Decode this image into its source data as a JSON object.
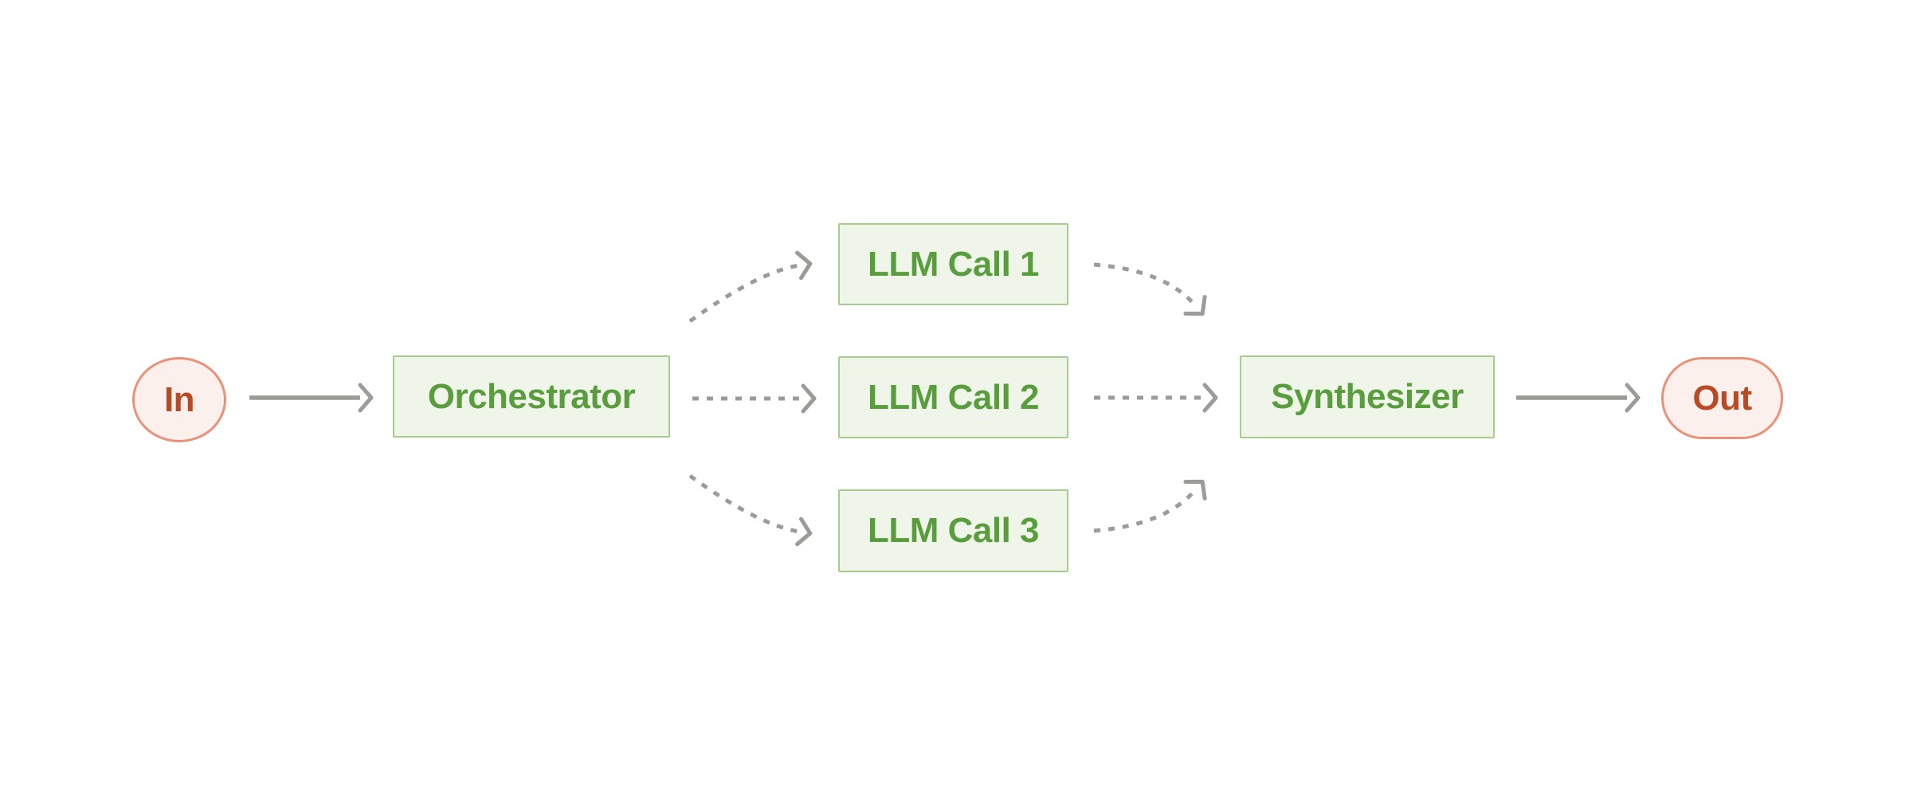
{
  "diagram": {
    "nodes": [
      {
        "id": "in",
        "label": "In",
        "shape": "circle",
        "palette": "red"
      },
      {
        "id": "orchestrator",
        "label": "Orchestrator",
        "shape": "rect",
        "palette": "green"
      },
      {
        "id": "llm-call-1",
        "label": "LLM Call 1",
        "shape": "rect",
        "palette": "green"
      },
      {
        "id": "llm-call-2",
        "label": "LLM Call 2",
        "shape": "rect",
        "palette": "green"
      },
      {
        "id": "llm-call-3",
        "label": "LLM Call 3",
        "shape": "rect",
        "palette": "green"
      },
      {
        "id": "synthesizer",
        "label": "Synthesizer",
        "shape": "rect",
        "palette": "green"
      },
      {
        "id": "out",
        "label": "Out",
        "shape": "pill",
        "palette": "red"
      }
    ],
    "edges": [
      {
        "from": "in",
        "to": "orchestrator",
        "style": "solid"
      },
      {
        "from": "orchestrator",
        "to": "llm-call-1",
        "style": "dashed"
      },
      {
        "from": "orchestrator",
        "to": "llm-call-2",
        "style": "dashed"
      },
      {
        "from": "orchestrator",
        "to": "llm-call-3",
        "style": "dashed"
      },
      {
        "from": "llm-call-1",
        "to": "synthesizer",
        "style": "dashed"
      },
      {
        "from": "llm-call-2",
        "to": "synthesizer",
        "style": "dashed"
      },
      {
        "from": "llm-call-3",
        "to": "synthesizer",
        "style": "dashed"
      },
      {
        "from": "synthesizer",
        "to": "out",
        "style": "solid"
      }
    ],
    "colors": {
      "background": "#ffffff",
      "green_fill": "#eff5e9",
      "green_border": "#aacb90",
      "green_text": "#5a9d3e",
      "red_fill": "#fcf0ec",
      "red_border": "#ea9179",
      "red_text": "#b84a26",
      "arrow_gray": "#9b9b97"
    }
  }
}
